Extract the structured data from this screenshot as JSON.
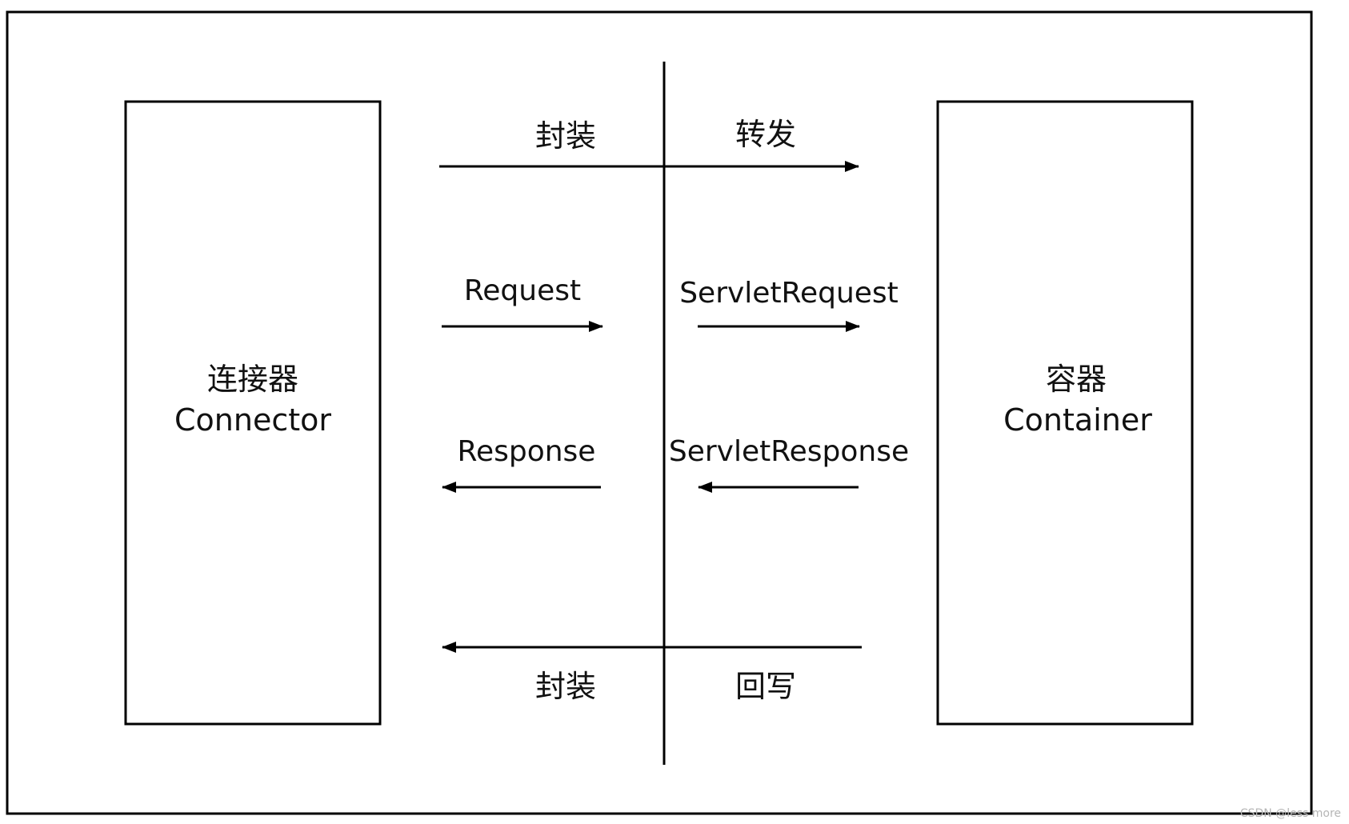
{
  "connector": {
    "title_cn": "连接器",
    "title_en": "Connector"
  },
  "container": {
    "title_cn": "容器",
    "title_en": "Container"
  },
  "flows": {
    "top_left": "封装",
    "top_right": "转发",
    "request": "Request",
    "servlet_request": "ServletRequest",
    "response": "Response",
    "servlet_response": "ServletResponse",
    "bottom_left": "封装",
    "bottom_right": "回写"
  },
  "watermark": "CSDN @less more",
  "colors": {
    "stroke": "#000000",
    "background": "#ffffff"
  }
}
